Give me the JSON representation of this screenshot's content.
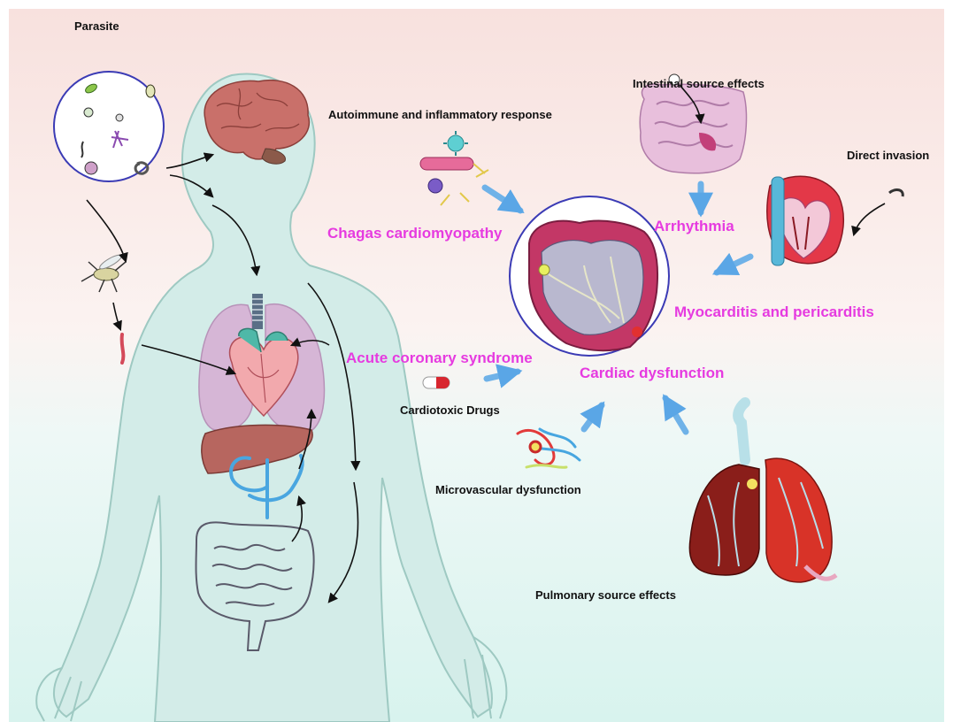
{
  "labels": {
    "parasite": "Parasite",
    "autoimmune": "Autoimmune and inflammatory response",
    "intestinal": "Intestinal source effects",
    "direct_invasion": "Direct invasion",
    "chagas": "Chagas cardiomyopathy",
    "arrhythmia": "Arrhythmia",
    "myocarditis": "Myocarditis and pericarditis",
    "acs": "Acute coronary syndrome",
    "cardiac_dysfunction": "Cardiac dysfunction",
    "cardiotoxic": "Cardiotoxic Drugs",
    "microvascular": "Microvascular dysfunction",
    "pulmonary": "Pulmonary source effects"
  },
  "colors": {
    "magenta_text": "#e63be0",
    "background_top": "#f8e3e0",
    "background_bottom": "#dcf4f0",
    "body_fill": "#d7eeea",
    "arrow_blue": "#6fb2e8",
    "circle_border": "#3b3bb5"
  },
  "icons": [
    "parasite-circle-icon",
    "brain-icon",
    "lungs-icon",
    "heart-icon",
    "liver-icon",
    "pancreas-icon",
    "intestine-icon",
    "mosquito-icon",
    "immune-cell-icon",
    "intestine-source-icon",
    "heart-section-icon",
    "heart-cross-section-icon",
    "pill-icon",
    "microvascular-icon",
    "pulmonary-lungs-icon",
    "worm-icon"
  ]
}
